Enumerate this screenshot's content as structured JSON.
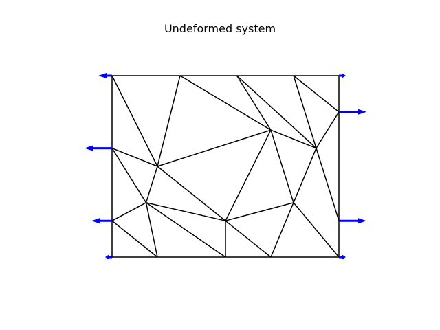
{
  "figure": {
    "title": "Undeformed system"
  },
  "colors": {
    "mesh": "#000000",
    "force_arrow": "#0000ff",
    "background": "#ffffff"
  },
  "mesh": {
    "nodes": [
      {
        "id": "n0",
        "x": 0.0,
        "y": 0.0
      },
      {
        "id": "n1",
        "x": 2.0,
        "y": 0.0
      },
      {
        "id": "n2",
        "x": 5.0,
        "y": 0.0
      },
      {
        "id": "n3",
        "x": 7.0,
        "y": 0.0
      },
      {
        "id": "n4",
        "x": 10.0,
        "y": 0.0
      },
      {
        "id": "n5",
        "x": 10.0,
        "y": 1.6
      },
      {
        "id": "n6",
        "x": 10.0,
        "y": 6.4
      },
      {
        "id": "n7",
        "x": 10.0,
        "y": 8.0
      },
      {
        "id": "n8",
        "x": 8.0,
        "y": 8.0
      },
      {
        "id": "n9",
        "x": 5.5,
        "y": 8.0
      },
      {
        "id": "n10",
        "x": 3.0,
        "y": 8.0
      },
      {
        "id": "n11",
        "x": 0.0,
        "y": 8.0
      },
      {
        "id": "n12",
        "x": 0.0,
        "y": 4.8
      },
      {
        "id": "n13",
        "x": 0.0,
        "y": 1.6
      },
      {
        "id": "n14",
        "x": 2.0,
        "y": 4.0
      },
      {
        "id": "n15",
        "x": 1.5,
        "y": 2.4
      },
      {
        "id": "n16",
        "x": 5.0,
        "y": 1.6
      },
      {
        "id": "n17",
        "x": 7.0,
        "y": 5.6
      },
      {
        "id": "n18",
        "x": 9.0,
        "y": 4.8
      },
      {
        "id": "n19",
        "x": 8.0,
        "y": 2.4
      }
    ],
    "edges": [
      [
        "n0",
        "n1"
      ],
      [
        "n1",
        "n2"
      ],
      [
        "n2",
        "n3"
      ],
      [
        "n3",
        "n4"
      ],
      [
        "n4",
        "n5"
      ],
      [
        "n5",
        "n6"
      ],
      [
        "n6",
        "n7"
      ],
      [
        "n7",
        "n8"
      ],
      [
        "n8",
        "n9"
      ],
      [
        "n9",
        "n10"
      ],
      [
        "n10",
        "n11"
      ],
      [
        "n11",
        "n12"
      ],
      [
        "n12",
        "n13"
      ],
      [
        "n13",
        "n0"
      ],
      [
        "n11",
        "n14"
      ],
      [
        "n10",
        "n14"
      ],
      [
        "n14",
        "n12"
      ],
      [
        "n14",
        "n15"
      ],
      [
        "n12",
        "n15"
      ],
      [
        "n15",
        "n13"
      ],
      [
        "n13",
        "n1"
      ],
      [
        "n15",
        "n1"
      ],
      [
        "n15",
        "n16"
      ],
      [
        "n15",
        "n2"
      ],
      [
        "n16",
        "n2"
      ],
      [
        "n14",
        "n16"
      ],
      [
        "n14",
        "n17"
      ],
      [
        "n10",
        "n17"
      ],
      [
        "n9",
        "n17"
      ],
      [
        "n9",
        "n18"
      ],
      [
        "n8",
        "n18"
      ],
      [
        "n8",
        "n6"
      ],
      [
        "n6",
        "n18"
      ],
      [
        "n18",
        "n17"
      ],
      [
        "n17",
        "n16"
      ],
      [
        "n17",
        "n19"
      ],
      [
        "n18",
        "n19"
      ],
      [
        "n18",
        "n5"
      ],
      [
        "n16",
        "n19"
      ],
      [
        "n16",
        "n3"
      ],
      [
        "n19",
        "n3"
      ],
      [
        "n19",
        "n4"
      ]
    ],
    "loads": [
      {
        "node": "n11",
        "direction": "left",
        "magnitude": 0.5
      },
      {
        "node": "n12",
        "direction": "left",
        "magnitude": 1.0
      },
      {
        "node": "n13",
        "direction": "left",
        "magnitude": 0.75
      },
      {
        "node": "n0",
        "direction": "left",
        "magnitude": 0.25
      },
      {
        "node": "n7",
        "direction": "right",
        "magnitude": 0.25
      },
      {
        "node": "n6",
        "direction": "right",
        "magnitude": 1.0
      },
      {
        "node": "n5",
        "direction": "right",
        "magnitude": 1.0
      },
      {
        "node": "n4",
        "direction": "right",
        "magnitude": 0.25
      }
    ]
  }
}
